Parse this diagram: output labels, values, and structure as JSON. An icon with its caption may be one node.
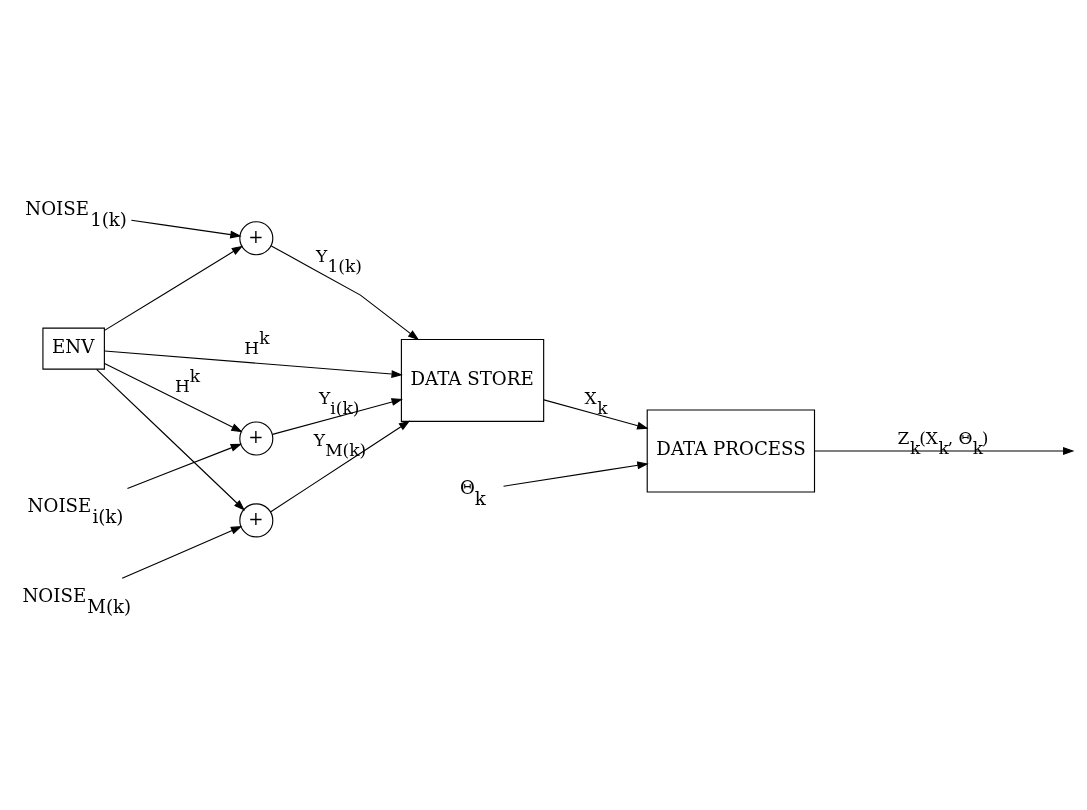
{
  "diagram": {
    "nodes": [
      {
        "text": [
          "ENV"
        ]
      },
      {
        "text": [
          "NOISE$_{1(k)}$"
        ]
      },
      {
        "text": [
          "+"
        ]
      },
      {
        "text": [
          "NOISE$_{i(k)}$"
        ]
      },
      {
        "text": [
          "+"
        ]
      },
      {
        "text": [
          "NOISE$_{M(k)}$"
        ]
      },
      {
        "text": [
          "+"
        ]
      },
      {
        "text": [
          "DATA STORE"
        ]
      },
      {
        "text": [
          "DATA PROCESS"
        ]
      },
      {
        "text": [
          "Θ$_{k}$"
        ]
      }
    ],
    "edges": [
      {
        "from": 0,
        "to": 2,
        "arrow": "to"
      },
      {
        "from": 0,
        "to": 4,
        "arrow": "to",
        "label": "H$^{k}$"
      },
      {
        "from": 0,
        "to": 6,
        "arrow": "to"
      },
      {
        "from": 1,
        "to": 2,
        "arrow": "to"
      },
      {
        "from": 3,
        "to": 4,
        "arrow": "to"
      },
      {
        "from": 5,
        "to": 6,
        "arrow": "to"
      },
      {
        "from": 2,
        "to": 7,
        "arrow": "to",
        "label": "Y$_{1(k)}$"
      },
      {
        "from": 4,
        "to": 7,
        "arrow": "to",
        "label": "Y$_{i(k)}$"
      },
      {
        "from": 6,
        "to": 7,
        "arrow": "to",
        "label": "Y$_{M(k)}$"
      },
      {
        "from": 0,
        "to": 7,
        "arrow": "to",
        "label": "H$^{k}$"
      },
      {
        "from": 7,
        "to": 8,
        "arrow": "to",
        "label": "X$_{k}$"
      },
      {
        "from": 9,
        "to": 8,
        "arrow": "to"
      },
      {
        "from": 8,
        "to": null,
        "arrow": "to",
        "label": "Z$_{k}$(X$_{k}$, Θ$_{k}$)"
      }
    ]
  }
}
